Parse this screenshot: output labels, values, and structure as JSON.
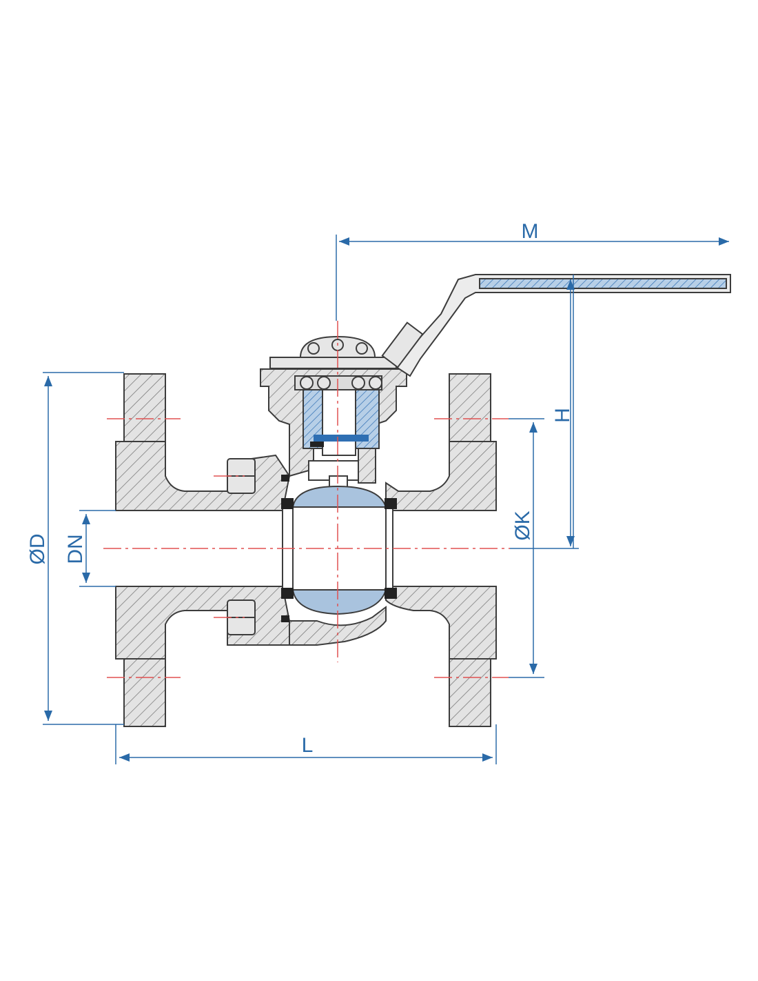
{
  "diagram": {
    "dimensions": {
      "M": "M",
      "H": "H",
      "D": "ØD",
      "DN": "DN",
      "K": "ØK",
      "L": "L"
    },
    "colors": {
      "outline": "#3c3c3c",
      "hatch": "#8c8c8c",
      "body_fill": "#d9d9d9",
      "ball_fill": "#a9c3de",
      "blue_parts": "#2f6fb3",
      "seal": "#222222",
      "dimension": "#2a6aa8",
      "centerline": "#e05050"
    }
  }
}
